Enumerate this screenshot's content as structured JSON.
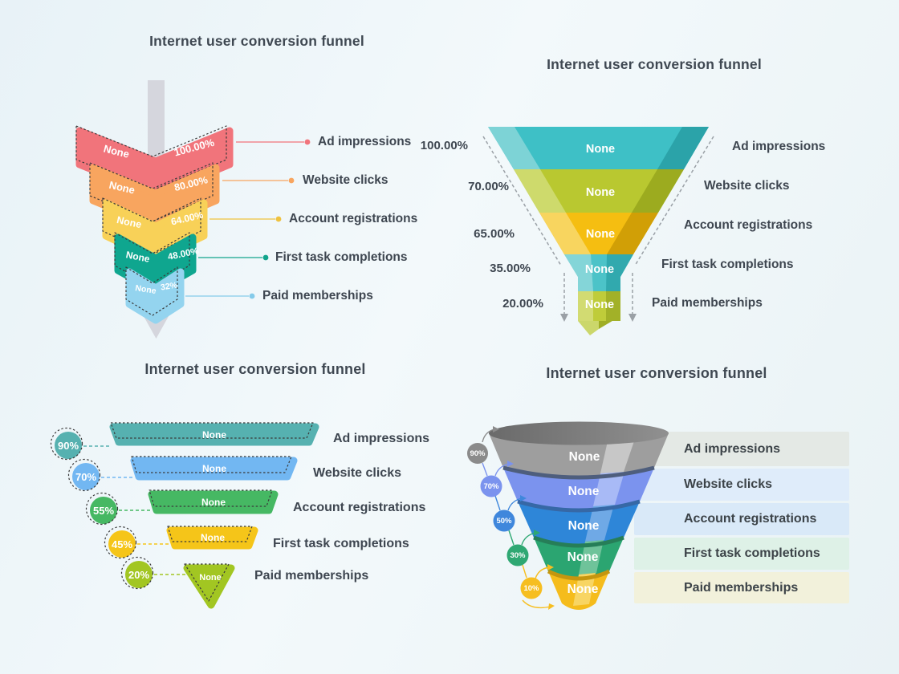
{
  "chart_data": [
    {
      "type": "funnel",
      "variant": "chevron-arrow",
      "title": "Internet user conversion funnel",
      "legend_position": "right",
      "stages": [
        {
          "label": "Ad impressions",
          "value": "None",
          "percent": "100.00%",
          "color": "#f1747b"
        },
        {
          "label": "Website clicks",
          "value": "None",
          "percent": "80.00%",
          "color": "#f8a55f"
        },
        {
          "label": "Account registrations",
          "value": "None",
          "percent": "64.00%",
          "color": "#f8d158"
        },
        {
          "label": "First task completions",
          "value": "None",
          "percent": "48.00%",
          "color": "#0fa68f"
        },
        {
          "label": "Paid memberships",
          "value": "None",
          "percent": "32%",
          "color": "#94d4ef"
        }
      ]
    },
    {
      "type": "funnel",
      "variant": "trapezoid-3d",
      "title": "Internet user conversion funnel",
      "legend_position": "right",
      "percent_position": "left",
      "stages": [
        {
          "label": "Ad impressions",
          "value": "None",
          "percent": "100.00%",
          "color": "#3ec0c6"
        },
        {
          "label": "Website clicks",
          "value": "None",
          "percent": "70.00%",
          "color": "#b9c830"
        },
        {
          "label": "Account registrations",
          "value": "None",
          "percent": "65.00%",
          "color": "#f5be11"
        },
        {
          "label": "First task completions",
          "value": "None",
          "percent": "35.00%",
          "color": "#4cc3c8"
        },
        {
          "label": "Paid memberships",
          "value": "None",
          "percent": "20.00%",
          "color": "#bfcc3a"
        }
      ]
    },
    {
      "type": "funnel",
      "variant": "horizontal-bars",
      "title": "Internet user conversion funnel",
      "legend_position": "right",
      "stages": [
        {
          "label": "Ad impressions",
          "value": "None",
          "percent": "90%",
          "color": "#56b1b0"
        },
        {
          "label": "Website clicks",
          "value": "None",
          "percent": "70%",
          "color": "#72b7f2"
        },
        {
          "label": "Account registrations",
          "value": "None",
          "percent": "55%",
          "color": "#46b863"
        },
        {
          "label": "First task completions",
          "value": "None",
          "percent": "45%",
          "color": "#f5c519"
        },
        {
          "label": "Paid memberships",
          "value": "None",
          "percent": "20%",
          "color": "#a2c622"
        }
      ]
    },
    {
      "type": "funnel",
      "variant": "cone-3d",
      "title": "Internet user conversion funnel",
      "legend_position": "right-rows",
      "stages": [
        {
          "label": "Ad impressions",
          "value": "None",
          "percent": "90%",
          "color": "#9e9e9e",
          "row_bg": "#e4e9e5"
        },
        {
          "label": "Website clicks",
          "value": "None",
          "percent": "70%",
          "color": "#7b93ee",
          "row_bg": "#dfecfa"
        },
        {
          "label": "Account registrations",
          "value": "None",
          "percent": "50%",
          "color": "#2e86d8",
          "row_bg": "#d9e9f8"
        },
        {
          "label": "First task completions",
          "value": "None",
          "percent": "30%",
          "color": "#2ba571",
          "row_bg": "#def1e7"
        },
        {
          "label": "Paid memberships",
          "value": "None",
          "percent": "10%",
          "color": "#f5bc1c",
          "row_bg": "#f2f1db"
        }
      ]
    }
  ]
}
